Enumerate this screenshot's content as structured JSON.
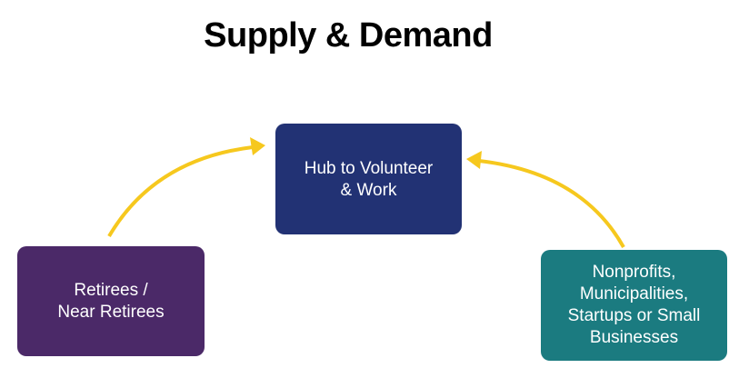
{
  "title": "Supply & Demand",
  "nodes": {
    "hub": {
      "lines": [
        "Hub to Volunteer",
        "& Work"
      ],
      "color": "#223274"
    },
    "retirees": {
      "lines": [
        "Retirees /",
        "Near Retirees"
      ],
      "color": "#4b2968"
    },
    "organizations": {
      "lines": [
        "Nonprofits,",
        "Municipalities,",
        "Startups or Small",
        "Businesses"
      ],
      "color": "#1b7b80"
    }
  },
  "arrow_color": "#f6c81e"
}
